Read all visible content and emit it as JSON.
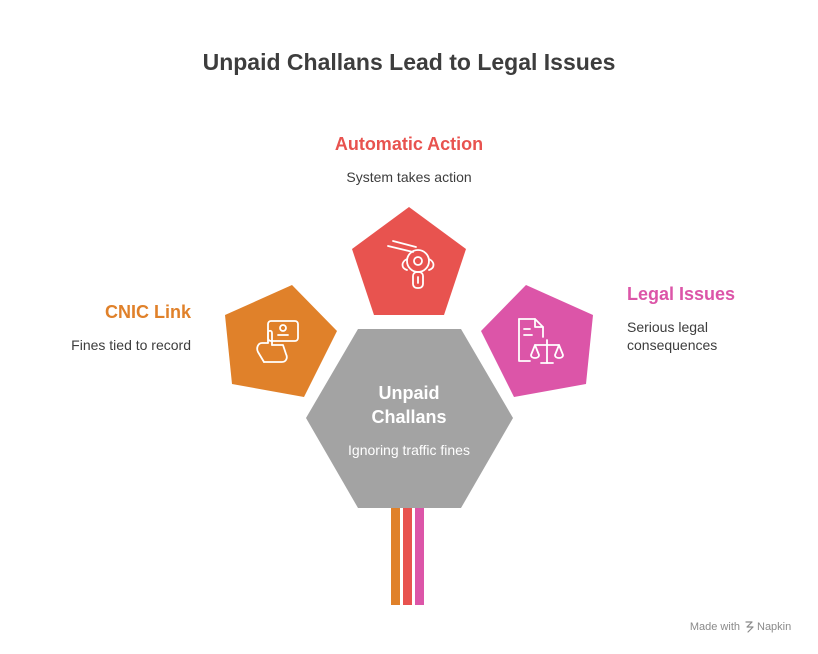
{
  "title": "Unpaid Challans Lead to Legal Issues",
  "center": {
    "title_line1": "Unpaid",
    "title_line2": "Challans",
    "subtitle": "Ignoring traffic fines",
    "color": "#a3a3a3"
  },
  "nodes": {
    "automatic_action": {
      "heading": "Automatic Action",
      "description": "System takes action",
      "color": "#e8534f",
      "icon": "joystick-icon"
    },
    "cnic_link": {
      "heading": "CNIC Link",
      "description": "Fines tied to record",
      "color": "#e0812a",
      "icon": "hand-card-icon"
    },
    "legal_issues": {
      "heading": "Legal Issues",
      "description_line1": "Serious legal",
      "description_line2": "consequences",
      "color": "#dc55a8",
      "icon": "document-scales-icon"
    }
  },
  "footer": {
    "made_with": "Made with",
    "brand": "Napkin"
  }
}
